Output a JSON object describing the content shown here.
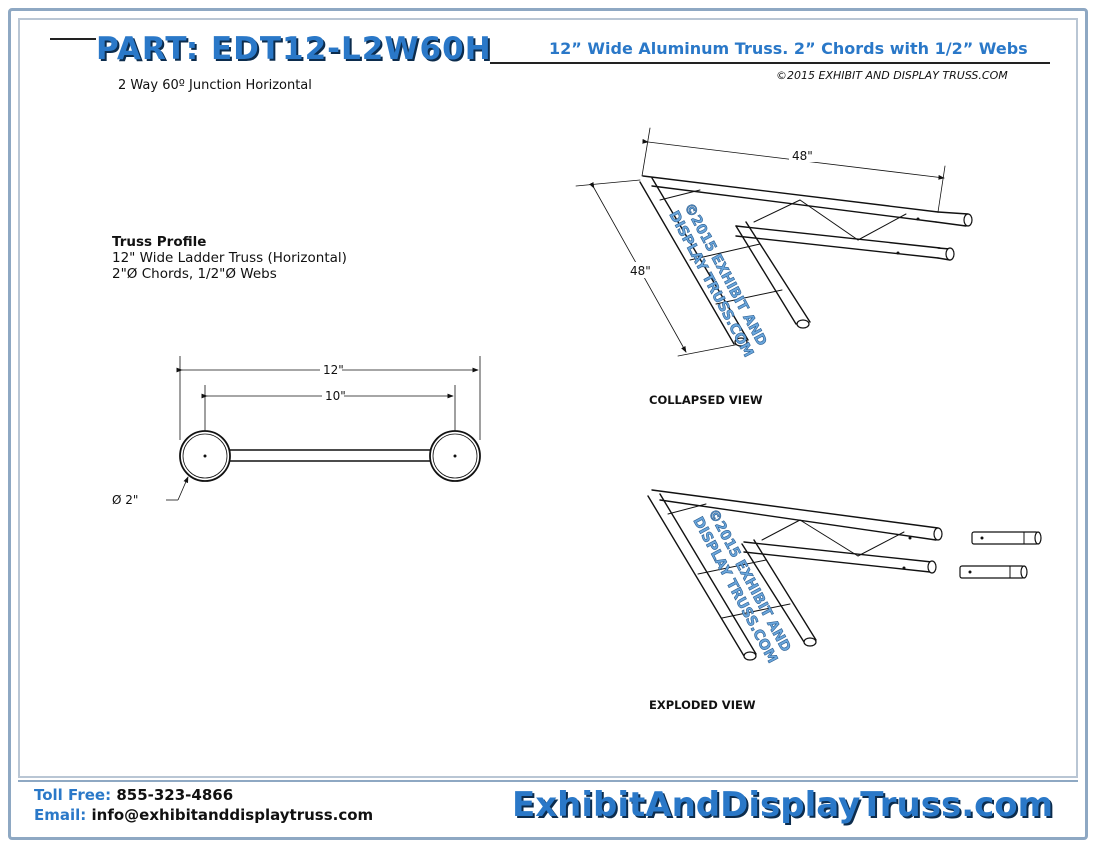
{
  "header": {
    "part_title": "PART: EDT12-L2W60H",
    "description": "12” Wide Aluminum Truss. 2” Chords with 1/2” Webs",
    "copyright": "©2015 EXHIBIT AND DISPLAY TRUSS.COM",
    "subtitle": "2 Way 60º Junction Horizontal"
  },
  "profile": {
    "title": "Truss Profile",
    "line1": "12\" Wide Ladder Truss (Horizontal)",
    "line2": "2\"Ø Chords, 1/2\"Ø Webs"
  },
  "profile_drawing": {
    "dim_overall": "12\"",
    "dim_inner": "10\"",
    "dim_chord": "Ø 2\""
  },
  "collapsed_view": {
    "label": "COLLAPSED VIEW",
    "dim_top": "48\"",
    "dim_side": "48\"",
    "watermark_line1": "©2015 EXHIBIT AND",
    "watermark_line2": "DISPLAY TRUSS.COM"
  },
  "exploded_view": {
    "label": "EXPLODED VIEW",
    "watermark_line1": "©2015 EXHIBIT AND",
    "watermark_line2": "DISPLAY TRUSS.COM"
  },
  "footer": {
    "toll_label": "Toll Free:",
    "toll_value": "855-323-4866",
    "email_label": "Email:",
    "email_value": "info@exhibitanddisplaytruss.com",
    "website": "ExhibitAndDisplayTruss.com"
  },
  "colors": {
    "brand_blue": "#2a78c8",
    "frame": "#8ea8c3"
  }
}
